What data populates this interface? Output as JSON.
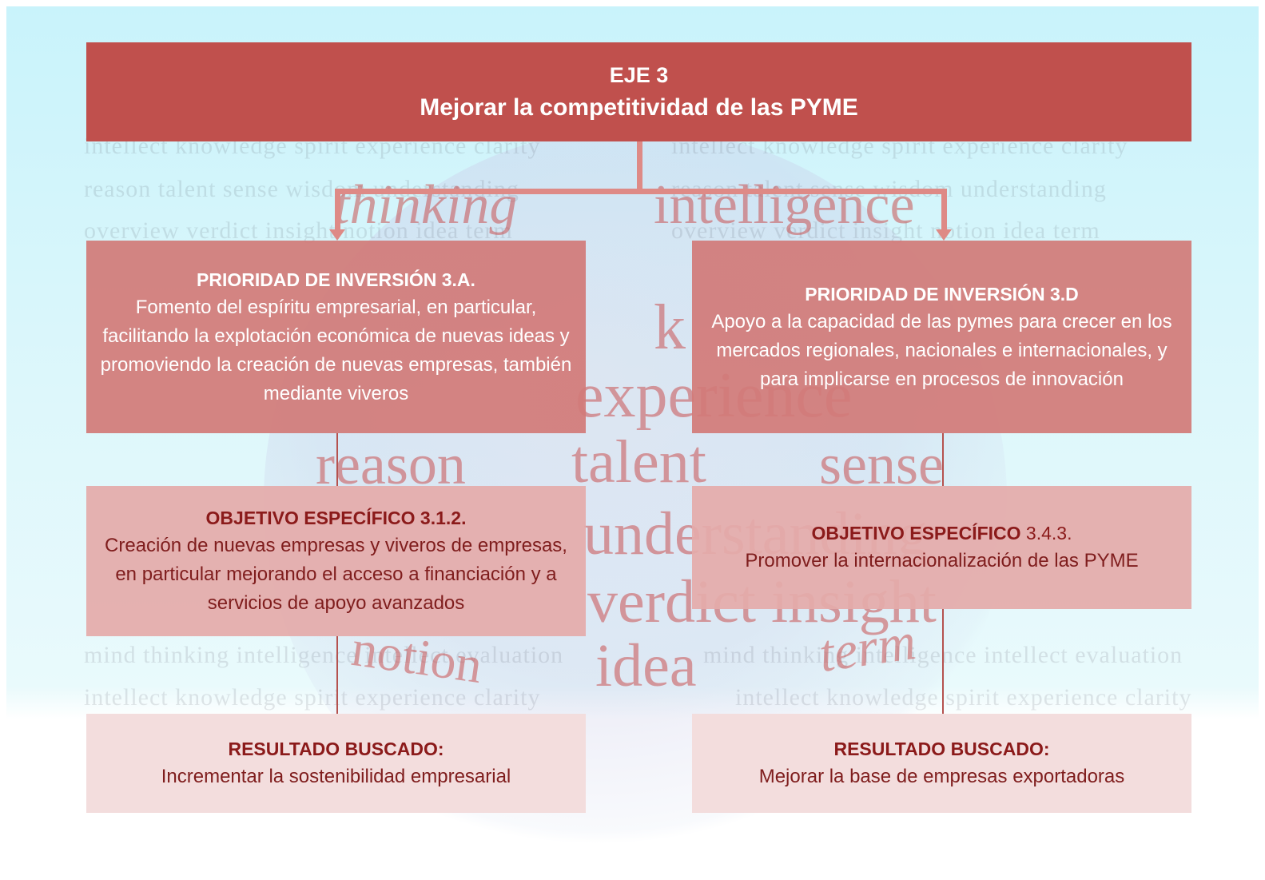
{
  "axis": {
    "label": "EJE 3",
    "title": "Mejorar la competitividad de las PYME"
  },
  "branches": [
    {
      "priority": {
        "heading": "PRIORIDAD DE INVERSIÓN 3.A.",
        "text": "Fomento del espíritu empresarial, en particular, facilitando la explotación económica de nuevas ideas y promoviendo la creación de nuevas empresas, también mediante viveros"
      },
      "objective": {
        "heading": "OBJETIVO ESPECÍFICO 3.1.2.",
        "number": "",
        "text": "Creación de nuevas empresas y viveros de empresas, en particular mejorando el acceso a financiación y a servicios de apoyo avanzados"
      },
      "result": {
        "heading": "RESULTADO BUSCADO:",
        "text": "Incrementar la sostenibilidad empresarial"
      }
    },
    {
      "priority": {
        "heading": "PRIORIDAD DE INVERSIÓN 3.D",
        "text": "Apoyo a la capacidad de las pymes para crecer en los mercados regionales, nacionales e internacionales, y para implicarse en procesos de innovación"
      },
      "objective": {
        "heading": "OBJETIVO ESPECÍFICO",
        "number": "3.4.3.",
        "text": "Promover la internacionalización de las PYME"
      },
      "result": {
        "heading": "RESULTADO BUSCADO:",
        "text": "Mejorar la base de empresas exportadoras"
      }
    }
  ],
  "background_words": {
    "large": [
      "thinking",
      "intelligence",
      "k",
      "experience",
      "reason",
      "talent",
      "sense",
      "understanding",
      "verdict insight",
      "notion",
      "idea",
      "term"
    ],
    "small_lines": [
      "intellect knowledge spirit experience clarity",
      "reason talent sense wisdom understanding",
      "overview verdict insight notion idea term",
      "mind thinking intelligence intellect evaluation",
      "intellect knowledge spirit experience clarity"
    ]
  },
  "colors": {
    "axis_box": "#c0504d",
    "priority_box": "#d27b79",
    "objective_box": "#e4abaa",
    "result_box": "#f2dbdb",
    "dark_text": "#8b1a1a",
    "connector": "#de8a86"
  }
}
